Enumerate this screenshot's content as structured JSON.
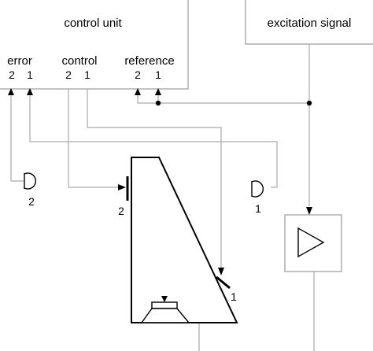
{
  "control_unit": {
    "title": "control unit",
    "groups": [
      {
        "label": "error",
        "ports": [
          "2",
          "1"
        ]
      },
      {
        "label": "control",
        "ports": [
          "2",
          "1"
        ]
      },
      {
        "label": "reference",
        "ports": [
          "2",
          "1"
        ]
      }
    ]
  },
  "excitation": {
    "title": "excitation signal"
  },
  "microphones": [
    {
      "label": "2"
    },
    {
      "label": "1"
    }
  ],
  "actuators": [
    {
      "label": "2"
    },
    {
      "label": "1"
    }
  ]
}
